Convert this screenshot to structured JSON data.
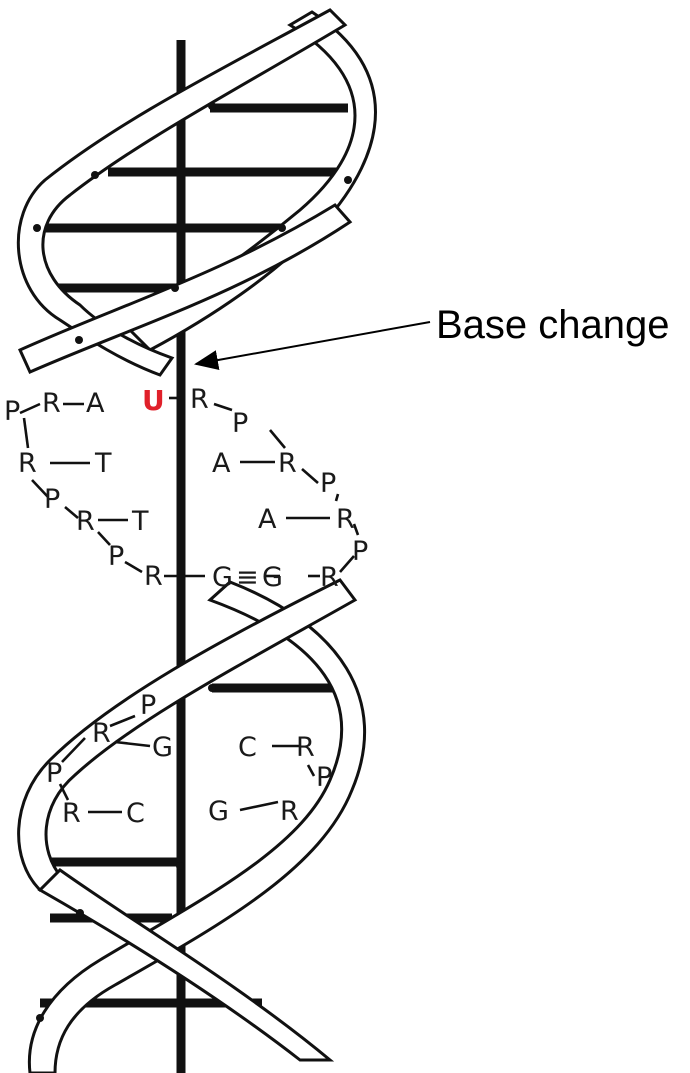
{
  "annotation": {
    "label": "Base change",
    "color": "#000000"
  },
  "mutation": {
    "base": "U",
    "color": "#e0202a"
  },
  "nucleotides": {
    "P": "P",
    "R": "R",
    "A": "A",
    "T": "T",
    "G": "G",
    "C": "C"
  },
  "bond_symbol": "≡"
}
